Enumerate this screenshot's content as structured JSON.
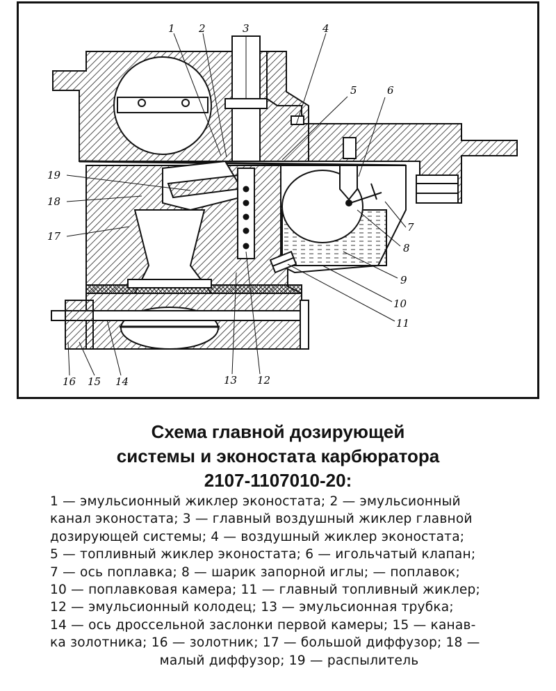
{
  "diagram": {
    "callouts": [
      "1",
      "2",
      "3",
      "4",
      "5",
      "6",
      "7",
      "8",
      "9",
      "10",
      "11",
      "12",
      "13",
      "14",
      "15",
      "16",
      "17",
      "18",
      "19"
    ]
  },
  "title": {
    "line1": "Схема главной дозирующей",
    "line2": "системы и эконостата карбюратора",
    "line3": "2107-1107010-20:"
  },
  "legend": [
    "1 — эмульсионный жиклер эконостата; 2 — эмульсионный",
    "канал эконостата; 3 — главный воздушный жиклер главной",
    "дозирующей системы; 4 — воздушный жиклер эконостата;",
    "5 — топливный жиклер эконостата; 6 — игольчатый клапан;",
    "7 — ось поплавка; 8 — шарик запорной иглы;  — поплавок;",
    "10 — поплавковая камера; 11 — главный топливный жиклер;",
    "12 — эмульсионный колодец; 13 — эмульсионная трубка;",
    "14 — ось дроссельной заслонки первой камеры; 15 — канав-",
    "ка золотника; 16 — золотник; 17 — большой диффузор; 18 —",
    "малый диффузор; 19 — распылитель"
  ]
}
